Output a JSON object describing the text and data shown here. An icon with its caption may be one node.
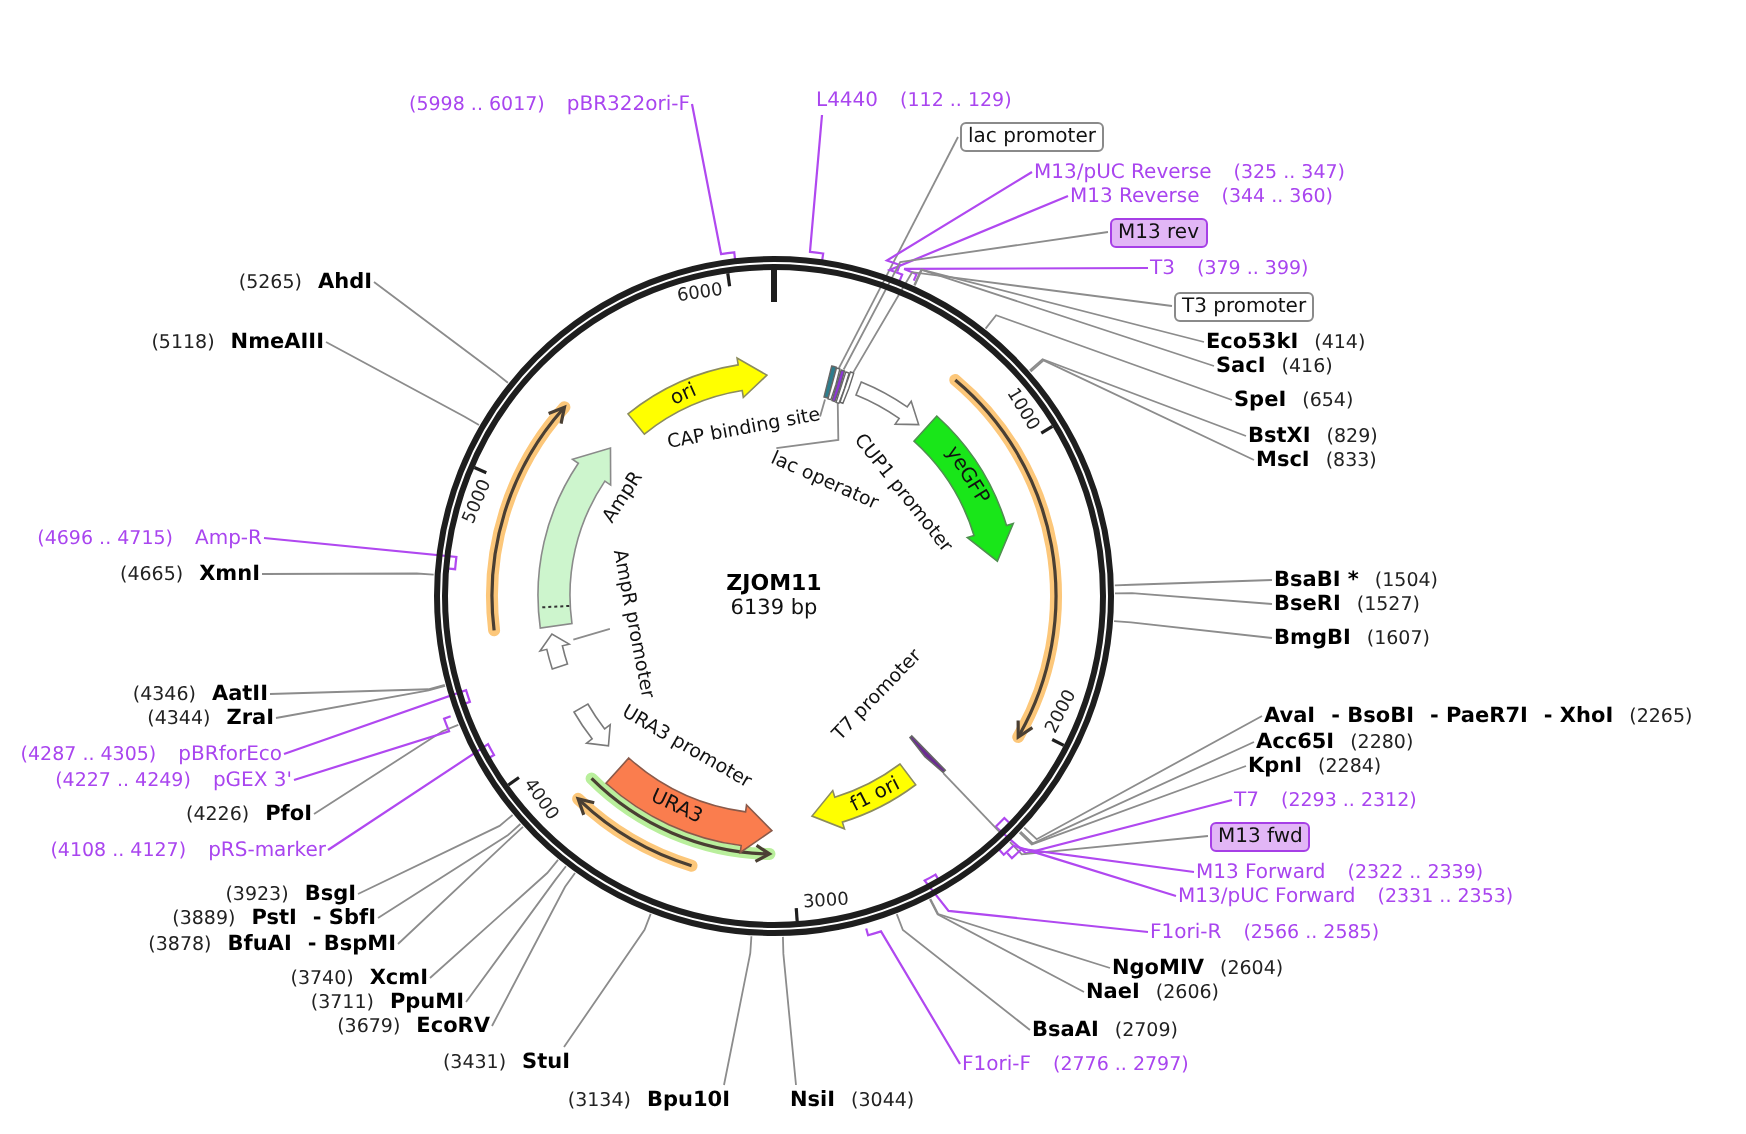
{
  "diagram": {
    "title": "ZJOM11",
    "nodes": [
      {
        "text": [
          "pBR322ori-F"
        ],
        "beside": [
          "(5998 .. 6017)"
        ]
      },
      {
        "text": [
          "L4440"
        ],
        "beside": [
          "(112 .. 129)"
        ]
      },
      {
        "text": [
          "lac promoter"
        ]
      },
      {
        "text": [
          "M13/pUC Reverse"
        ],
        "beside": [
          "(325 .. 347)"
        ]
      },
      {
        "text": [
          "M13 Reverse"
        ],
        "beside": [
          "(344 .. 360)"
        ]
      },
      {
        "text": [
          "M13 rev"
        ]
      },
      {
        "text": [
          "T3"
        ],
        "beside": [
          "(379 .. 399)"
        ]
      },
      {
        "text": [
          "T3 promoter"
        ]
      },
      {
        "text": [
          "Eco53kI"
        ],
        "beside": [
          "(414)"
        ]
      },
      {
        "text": [
          "SacI"
        ],
        "beside": [
          "(416)"
        ]
      },
      {
        "text": [
          "SpeI"
        ],
        "beside": [
          "(654)"
        ]
      },
      {
        "text": [
          "BstXI"
        ],
        "beside": [
          "(829)"
        ]
      },
      {
        "text": [
          "MscI"
        ],
        "beside": [
          "(833)"
        ]
      },
      {
        "text": [
          "BsaBI *"
        ],
        "beside": [
          "(1504)"
        ]
      },
      {
        "text": [
          "BseRI"
        ],
        "beside": [
          "(1527)"
        ]
      },
      {
        "text": [
          "BmgBI"
        ],
        "beside": [
          "(1607)"
        ]
      },
      {
        "text": [
          "AvaI",
          "- BsoBI",
          "- PaeR7I",
          "- XhoI"
        ],
        "beside": [
          "(2265)"
        ]
      },
      {
        "text": [
          "Acc65I"
        ],
        "beside": [
          "(2280)"
        ]
      },
      {
        "text": [
          "KpnI"
        ],
        "beside": [
          "(2284)"
        ]
      },
      {
        "text": [
          "T7"
        ],
        "beside": [
          "(2293 .. 2312)"
        ]
      },
      {
        "text": [
          "M13 fwd"
        ]
      },
      {
        "text": [
          "M13 Forward"
        ],
        "beside": [
          "(2322 .. 2339)"
        ]
      },
      {
        "text": [
          "M13/pUC Forward"
        ],
        "beside": [
          "(2331 .. 2353)"
        ]
      },
      {
        "text": [
          "F1ori-R"
        ],
        "beside": [
          "(2566 .. 2585)"
        ]
      },
      {
        "text": [
          "NgoMIV"
        ],
        "beside": [
          "(2604)"
        ]
      },
      {
        "text": [
          "NaeI"
        ],
        "beside": [
          "(2606)"
        ]
      },
      {
        "text": [
          "BsaAI"
        ],
        "beside": [
          "(2709)"
        ]
      },
      {
        "text": [
          "F1ori-F"
        ],
        "beside": [
          "(2776 .. 2797)"
        ]
      },
      {
        "text": [
          "NsiI"
        ],
        "beside": [
          "(3044)"
        ]
      },
      {
        "text": [
          "Bpu10I"
        ],
        "beside": [
          "(3134)"
        ]
      },
      {
        "text": [
          "StuI"
        ],
        "beside": [
          "(3431)"
        ]
      },
      {
        "text": [
          "EcoRV"
        ],
        "beside": [
          "(3679)"
        ]
      },
      {
        "text": [
          "PpuMI"
        ],
        "beside": [
          "(3711)"
        ]
      },
      {
        "text": [
          "XcmI"
        ],
        "beside": [
          "(3740)"
        ]
      },
      {
        "text": [
          "BfuAI",
          "- BspMI"
        ],
        "beside": [
          "(3878)"
        ]
      },
      {
        "text": [
          "PstI",
          "- SbfI"
        ],
        "beside": [
          "(3889)"
        ]
      },
      {
        "text": [
          "BsgI"
        ],
        "beside": [
          "(3923)"
        ]
      },
      {
        "text": [
          "pRS-marker"
        ],
        "beside": [
          "(4108 .. 4127)"
        ]
      },
      {
        "text": [
          "PfoI"
        ],
        "beside": [
          "(4226)"
        ]
      },
      {
        "text": [
          "pGEX 3'"
        ],
        "beside": [
          "(4227 .. 4249)"
        ]
      },
      {
        "text": [
          "pBRforEco"
        ],
        "beside": [
          "(4287 .. 4305)"
        ]
      },
      {
        "text": [
          "ZraI"
        ],
        "beside": [
          "(4344)"
        ]
      },
      {
        "text": [
          "AatII"
        ],
        "beside": [
          "(4346)"
        ]
      },
      {
        "text": [
          "XmnI"
        ],
        "beside": [
          "(4665)"
        ]
      },
      {
        "text": [
          "Amp-R"
        ],
        "beside": [
          "(4696 .. 4715)"
        ]
      },
      {
        "text": [
          "NmeAIII"
        ],
        "beside": [
          "(5118)"
        ]
      },
      {
        "text": [
          "AhdI"
        ],
        "beside": [
          "(5265)"
        ]
      },
      {
        "text": [],
        "shape": "circle"
      },
      {
        "text": [
          "ori"
        ],
        "in": 47
      },
      {
        "text": [
          "CUP1 promoter"
        ],
        "in": 47
      },
      {
        "text": [
          "yeGFP"
        ],
        "in": 47
      },
      {
        "text": [
          "T7 promoter"
        ],
        "in": 47
      },
      {
        "text": [
          "f1 ori"
        ],
        "in": 47
      },
      {
        "text": [
          "URA3"
        ],
        "in": 47
      },
      {
        "text": [
          "URA3 promoter"
        ],
        "in": 47
      },
      {
        "text": [
          "AmpR promoter"
        ],
        "in": 47
      },
      {
        "text": [
          "AmpR"
        ],
        "in": 47
      },
      {
        "text": [
          "CAP binding site"
        ],
        "in": 47
      },
      {
        "text": [
          "lac operator"
        ],
        "in": 47
      },
      {
        "text": [],
        "shape": "bar",
        "in": 47
      },
      {
        "text": [],
        "shape": "bar",
        "in": 47
      },
      {
        "text": [],
        "shape": "bar",
        "in": 47
      },
      {
        "text": [],
        "shape": "bar",
        "in": 47
      },
      {
        "text": [],
        "shape": "bar",
        "in": 47
      }
    ],
    "edges": [
      {
        "from": 0,
        "to": 47,
        "arrow": "none",
        "color": "#b048f0"
      },
      {
        "from": 1,
        "to": 47,
        "arrow": "none",
        "color": "#b048f0"
      },
      {
        "from": 2,
        "to": 60,
        "arrow": "none"
      },
      {
        "from": 3,
        "to": 47,
        "arrow": "none",
        "color": "#b048f0"
      },
      {
        "from": 4,
        "to": 47,
        "arrow": "none",
        "color": "#b048f0"
      },
      {
        "from": 5,
        "to": 61,
        "arrow": "none"
      },
      {
        "from": 6,
        "to": 47,
        "arrow": "none",
        "color": "#b048f0"
      },
      {
        "from": 7,
        "to": 63,
        "arrow": "none"
      },
      {
        "from": 8,
        "to": 47,
        "arrow": "none"
      },
      {
        "from": 9,
        "to": 47,
        "arrow": "none"
      },
      {
        "from": 10,
        "to": 47,
        "arrow": "none"
      },
      {
        "from": 11,
        "to": 47,
        "arrow": "none"
      },
      {
        "from": 12,
        "to": 47,
        "arrow": "none"
      },
      {
        "from": 13,
        "to": 47,
        "arrow": "none"
      },
      {
        "from": 14,
        "to": 47,
        "arrow": "none"
      },
      {
        "from": 15,
        "to": 47,
        "arrow": "none"
      },
      {
        "from": 16,
        "to": 47,
        "arrow": "none"
      },
      {
        "from": 17,
        "to": 47,
        "arrow": "none"
      },
      {
        "from": 18,
        "to": 47,
        "arrow": "none"
      },
      {
        "from": 19,
        "to": 47,
        "arrow": "none",
        "color": "#b048f0"
      },
      {
        "from": 20,
        "to": 47,
        "arrow": "none"
      },
      {
        "from": 21,
        "to": 47,
        "arrow": "none",
        "color": "#b048f0"
      },
      {
        "from": 22,
        "to": 47,
        "arrow": "none",
        "color": "#b048f0"
      },
      {
        "from": 23,
        "to": 47,
        "arrow": "none",
        "color": "#b048f0"
      },
      {
        "from": 24,
        "to": 47,
        "arrow": "none"
      },
      {
        "from": 25,
        "to": 47,
        "arrow": "none"
      },
      {
        "from": 26,
        "to": 47,
        "arrow": "none"
      },
      {
        "from": 27,
        "to": 47,
        "arrow": "none",
        "color": "#b048f0"
      },
      {
        "from": 28,
        "to": 47,
        "arrow": "none"
      },
      {
        "from": 29,
        "to": 47,
        "arrow": "none"
      },
      {
        "from": 30,
        "to": 47,
        "arrow": "none"
      },
      {
        "from": 31,
        "to": 47,
        "arrow": "none"
      },
      {
        "from": 32,
        "to": 47,
        "arrow": "none"
      },
      {
        "from": 33,
        "to": 47,
        "arrow": "none"
      },
      {
        "from": 34,
        "to": 47,
        "arrow": "none"
      },
      {
        "from": 35,
        "to": 47,
        "arrow": "none"
      },
      {
        "from": 36,
        "to": 47,
        "arrow": "none"
      },
      {
        "from": 37,
        "to": 47,
        "arrow": "none",
        "color": "#b048f0"
      },
      {
        "from": 38,
        "to": 47,
        "arrow": "none"
      },
      {
        "from": 39,
        "to": 47,
        "arrow": "none",
        "color": "#b048f0"
      },
      {
        "from": 40,
        "to": 47,
        "arrow": "none",
        "color": "#b048f0"
      },
      {
        "from": 41,
        "to": 47,
        "arrow": "none"
      },
      {
        "from": 42,
        "to": 47,
        "arrow": "none"
      },
      {
        "from": 43,
        "to": 47,
        "arrow": "none"
      },
      {
        "from": 44,
        "to": 47,
        "arrow": "none",
        "color": "#b048f0"
      },
      {
        "from": 45,
        "to": 47,
        "arrow": "none"
      },
      {
        "from": 46,
        "to": 47,
        "arrow": "none"
      },
      {
        "from": 51,
        "to": 47,
        "arrow": "none"
      },
      {
        "from": 57,
        "to": 59,
        "arrow": "none"
      },
      {
        "from": 58,
        "to": 62,
        "arrow": "none"
      }
    ],
    "labels": [
      "1000",
      "2000",
      "3000",
      "4000",
      "5000",
      "6000",
      "6139 bp"
    ]
  }
}
